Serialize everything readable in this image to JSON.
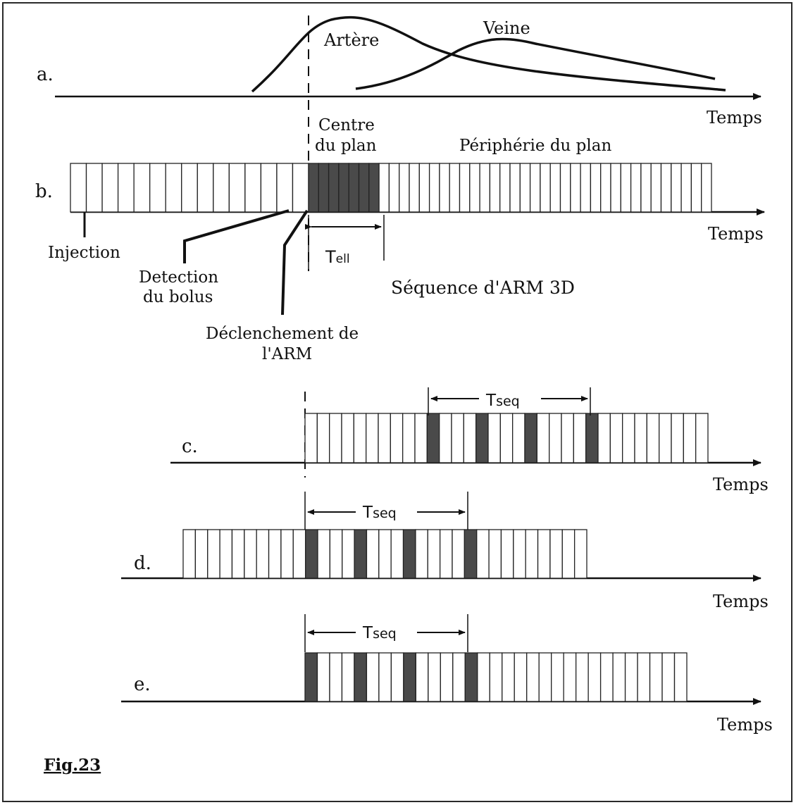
{
  "figure_label": "Fig.23",
  "colors": {
    "ink": "#111111",
    "dark_cell": "#4a4a4a",
    "frame": "#2a2a2a"
  },
  "panel_a": {
    "label": "a.",
    "curve_artery": "Artère",
    "curve_vein": "Veine",
    "axis": "Temps"
  },
  "panel_b": {
    "label": "b.",
    "center_label": "Centre du plan",
    "periphery_label": "Périphérie du plan",
    "axis": "Temps",
    "injection": "Injection",
    "detection": "Detection du bolus",
    "trigger": "Déclenchement de l'ARM",
    "t_ell": "Tell",
    "sequence": "Séquence d'ARM 3D"
  },
  "panel_c": {
    "label": "c.",
    "tseq": "Tseq",
    "axis": "Temps"
  },
  "panel_d": {
    "label": "d.",
    "tseq": "Tseq",
    "axis": "Temps"
  },
  "panel_e": {
    "label": "e.",
    "tseq": "Tseq",
    "axis": "Temps"
  }
}
